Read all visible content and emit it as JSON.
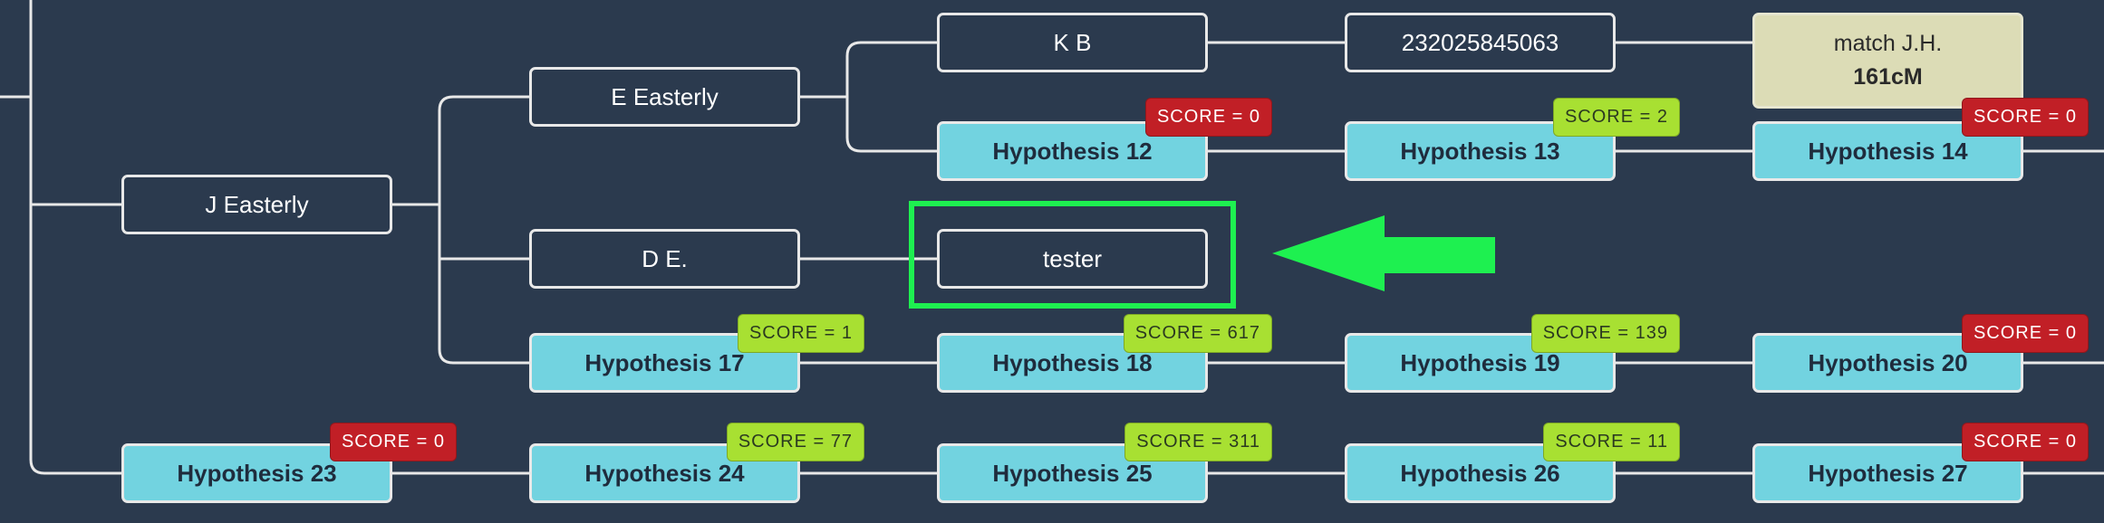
{
  "nodes": {
    "j_easterly": "J Easterly",
    "e_easterly": "E Easterly",
    "d_e": "D E.",
    "k_b": "K B",
    "id_232": "232025845063",
    "tester": "tester",
    "match_line1": "match J.H.",
    "match_line2": "161cM",
    "hyp12": "Hypothesis 12",
    "hyp13": "Hypothesis 13",
    "hyp14": "Hypothesis 14",
    "hyp17": "Hypothesis 17",
    "hyp18": "Hypothesis 18",
    "hyp19": "Hypothesis 19",
    "hyp20": "Hypothesis 20",
    "hyp23": "Hypothesis 23",
    "hyp24": "Hypothesis 24",
    "hyp25": "Hypothesis 25",
    "hyp26": "Hypothesis 26",
    "hyp27": "Hypothesis 27"
  },
  "scores": {
    "hyp12": "SCORE = 0",
    "hyp13": "SCORE = 2",
    "hyp14": "SCORE = 0",
    "hyp17": "SCORE = 1",
    "hyp18": "SCORE = 617",
    "hyp19": "SCORE = 139",
    "hyp20": "SCORE = 0",
    "hyp23": "SCORE = 0",
    "hyp24": "SCORE = 77",
    "hyp25": "SCORE = 311",
    "hyp26": "SCORE = 11",
    "hyp27": "SCORE = 0"
  },
  "colors": {
    "background": "#2b3a4e",
    "hypothesis_fill": "#72d3e0",
    "match_fill": "#dcdcb6",
    "score_zero": "#c11f26",
    "score_positive": "#a8e032",
    "highlight": "#1ef050"
  }
}
